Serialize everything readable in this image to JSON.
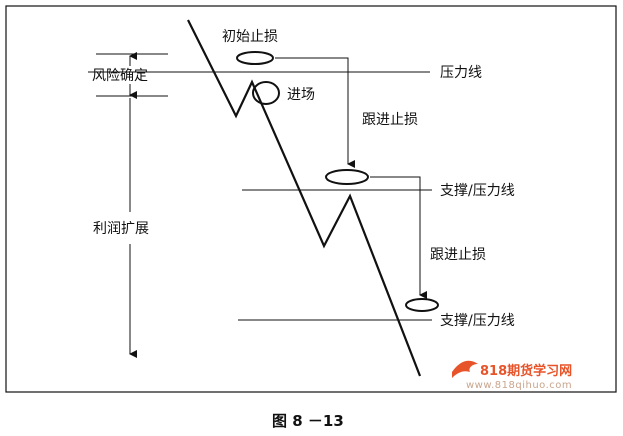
{
  "labels": {
    "initial_stop": "初始止损",
    "resistance_line": "压力线",
    "risk_defined": "风险确定",
    "entry": "进场",
    "trailing_stop_1": "跟进止损",
    "support_resistance_1": "支撑/压力线",
    "profit_expansion": "利润扩展",
    "trailing_stop_2": "跟进止损",
    "support_resistance_2": "支撑/压力线"
  },
  "watermark": {
    "brand": "818期货学习网",
    "url": "www.818qihuo.com"
  },
  "caption": "图 8 －13"
}
